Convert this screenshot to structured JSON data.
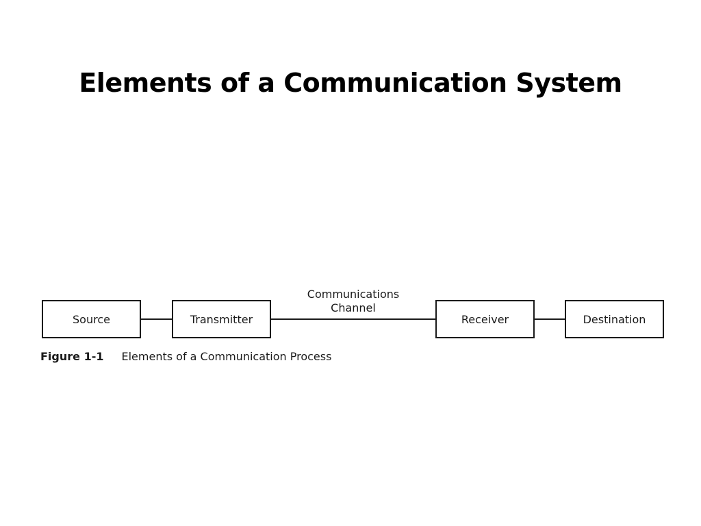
{
  "slide": {
    "title": "Elements of a Communication System"
  },
  "diagram": {
    "nodes": [
      {
        "id": "source",
        "label": "Source"
      },
      {
        "id": "transmitter",
        "label": "Transmitter"
      },
      {
        "id": "receiver",
        "label": "Receiver"
      },
      {
        "id": "destination",
        "label": "Destination"
      }
    ],
    "edges": [
      {
        "from": "source",
        "to": "transmitter"
      },
      {
        "from": "transmitter",
        "to": "receiver",
        "label_line1": "Communications",
        "label_line2": "Channel"
      },
      {
        "from": "receiver",
        "to": "destination"
      }
    ]
  },
  "caption": {
    "number": "Figure 1-1",
    "text": "Elements of a Communication Process"
  },
  "colors": {
    "line": "#1a1a1a",
    "background": "#ffffff"
  }
}
